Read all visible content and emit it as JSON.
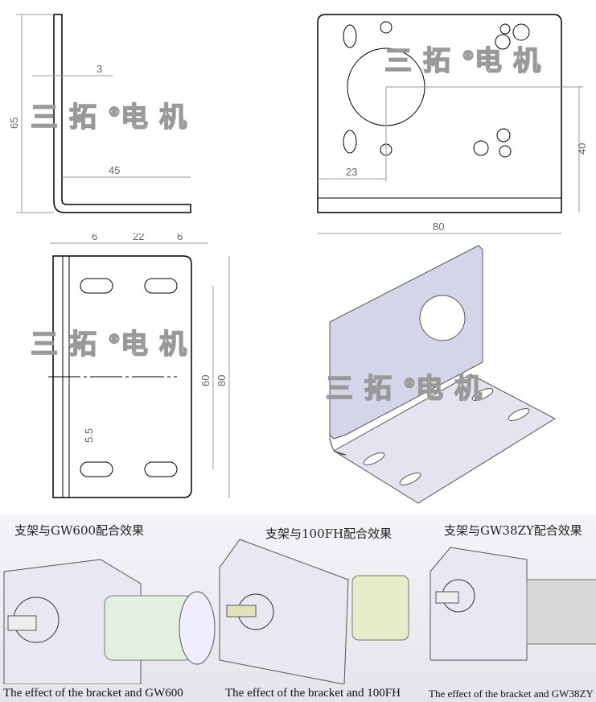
{
  "watermark": {
    "text": "三拓",
    "mark": "®",
    "text2": "电机"
  },
  "side_view": {
    "dims": {
      "thickness": "3",
      "height": "65",
      "base": "45"
    }
  },
  "front_view": {
    "dims": {
      "offset_x": "23",
      "offset_y": "40",
      "width": "80"
    }
  },
  "bottom_view": {
    "dims": {
      "left": "6",
      "middle": "22",
      "right": "6",
      "slot_span": "60",
      "length": "80",
      "slot_offset": "5.5"
    }
  },
  "panels": [
    {
      "caption_cn": "支架与GW600配合效果",
      "caption_en": "The effect of the bracket and GW600"
    },
    {
      "caption_cn": "支架与100FH配合效果",
      "caption_en": "The effect of the bracket and 100FH"
    },
    {
      "caption_cn": "支架与GW38ZY配合效果",
      "caption_en": "The effect of the bracket and GW38ZY"
    }
  ]
}
